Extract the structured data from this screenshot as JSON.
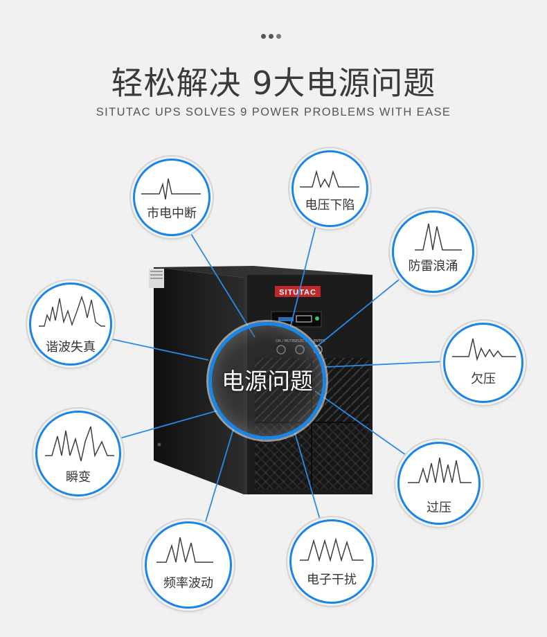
{
  "header": {
    "title": "轻松解决 9大电源问题",
    "subtitle": "SITUTAC UPS SOLVES 9 POWER PROBLEMS WITH EASE"
  },
  "device": {
    "brand": "SITUTAC",
    "buttons": [
      "ON / MUTE",
      "SELECT",
      "ENTER"
    ]
  },
  "center": {
    "label": "电源问题"
  },
  "problems": [
    {
      "label": "市电中断"
    },
    {
      "label": "电压下陷"
    },
    {
      "label": "防雷浪涌"
    },
    {
      "label": "谐波失真"
    },
    {
      "label": "欠压"
    },
    {
      "label": "瞬变"
    },
    {
      "label": "过压"
    },
    {
      "label": "频率波动"
    },
    {
      "label": "电子干扰"
    }
  ],
  "colors": {
    "accent": "#1985e6",
    "device": "#1e1e1e",
    "brand_red": "#c0282b"
  }
}
